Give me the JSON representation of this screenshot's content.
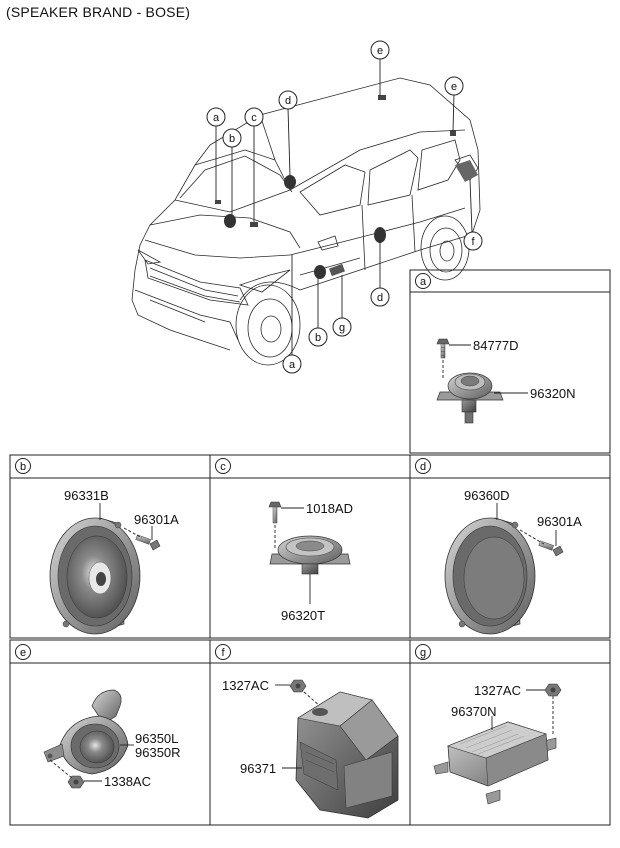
{
  "header": {
    "title": "(SPEAKER BRAND - BOSE)"
  },
  "callout_letters": [
    "a",
    "b",
    "c",
    "d",
    "e",
    "f",
    "g"
  ],
  "panels": {
    "a": {
      "letter": "a",
      "parts": [
        "84777D",
        "96320N"
      ]
    },
    "b": {
      "letter": "b",
      "parts": [
        "96331B",
        "96301A"
      ]
    },
    "c": {
      "letter": "c",
      "parts": [
        "1018AD",
        "96320T"
      ]
    },
    "d": {
      "letter": "d",
      "parts": [
        "96360D",
        "96301A"
      ]
    },
    "e": {
      "letter": "e",
      "parts": [
        "96350L",
        "96350R",
        "1338AC"
      ]
    },
    "f": {
      "letter": "f",
      "parts": [
        "1327AC",
        "96371"
      ]
    },
    "g": {
      "letter": "g",
      "parts": [
        "1327AC",
        "96370N"
      ]
    }
  },
  "colors": {
    "line": "#222222",
    "part_fill": "#8c8c8c",
    "part_dark": "#555555",
    "part_light": "#c8c8c8"
  }
}
